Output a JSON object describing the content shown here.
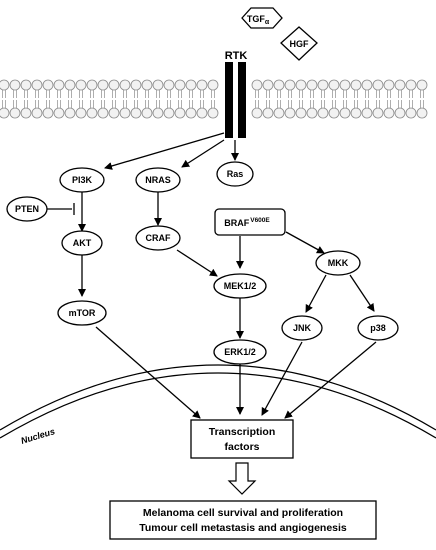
{
  "ligands": {
    "tgf": "TGF",
    "tgf_sub": "α",
    "hgf": "HGF"
  },
  "receptor": {
    "label": "RTK"
  },
  "nodes": {
    "pi3k": "PI3K",
    "nras": "NRAS",
    "ras": "Ras",
    "pten": "PTEN",
    "braf": "BRAF",
    "braf_sup": "V600E",
    "akt": "AKT",
    "craf": "CRAF",
    "mek": "MEK1/2",
    "mkk": "MKK",
    "mtor": "mTOR",
    "jnk": "JNK",
    "p38": "p38",
    "erk": "ERK1/2"
  },
  "nucleus": {
    "label": "Nucleus"
  },
  "transcription": {
    "line1": "Transcription",
    "line2": "factors"
  },
  "outcome": {
    "line1": "Melanoma cell survival and proliferation",
    "line2": "Tumour cell metastasis and angiogenesis"
  }
}
